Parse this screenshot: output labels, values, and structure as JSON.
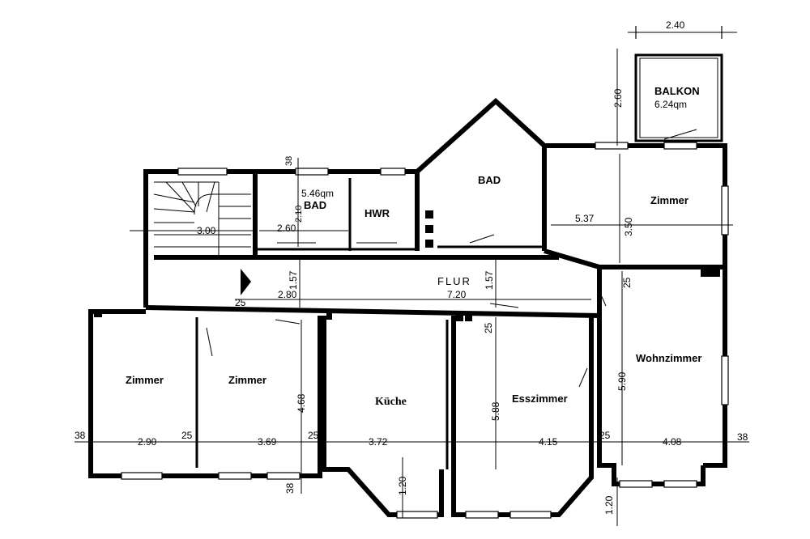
{
  "rooms": {
    "balkon": "BALKON",
    "balkon_area": "6.24qm",
    "zimmer_ne": "Zimmer",
    "bad_big": "BAD",
    "bad_small": "BAD",
    "bad_small_area": "5.46qm",
    "hwr": "HWR",
    "flur": "FLUR",
    "zimmer_w1": "Zimmer",
    "zimmer_w2": "Zimmer",
    "kueche": "Küche",
    "esszimmer": "Esszimmer",
    "wohnzimmer": "Wohnzimmer"
  },
  "dims": {
    "balkon_w": "2.40",
    "balkon_h": "2.60",
    "zimmer_ne_w": "5.37",
    "zimmer_ne_h": "3.50",
    "stair_w": "3.00",
    "bad_small_w": "2.60",
    "bad_small_h": "2.10",
    "bad_small_top": "38",
    "flur_w": "2.80",
    "flur_len": "7.20",
    "flur_h1": "1.57",
    "flur_h2": "1.57",
    "flur_25": "25",
    "wall_25_a": "25",
    "wall_25_b": "25",
    "wall_25_c": "25",
    "wall_25_d": "25",
    "wall_25_e": "25",
    "wall_38_l": "38",
    "wall_38_r": "38",
    "wall_38_b": "38",
    "zimmer_w1_w": "2.90",
    "zimmer_w2_w": "3.69",
    "zimmer_w2_h": "4.68",
    "kueche_w": "3.72",
    "kueche_bay": "1.20",
    "ess_h": "5.88",
    "ess_w": "4.15",
    "wohn_h": "5.90",
    "wohn_w": "4.08",
    "wohn_bay": "1.20"
  }
}
